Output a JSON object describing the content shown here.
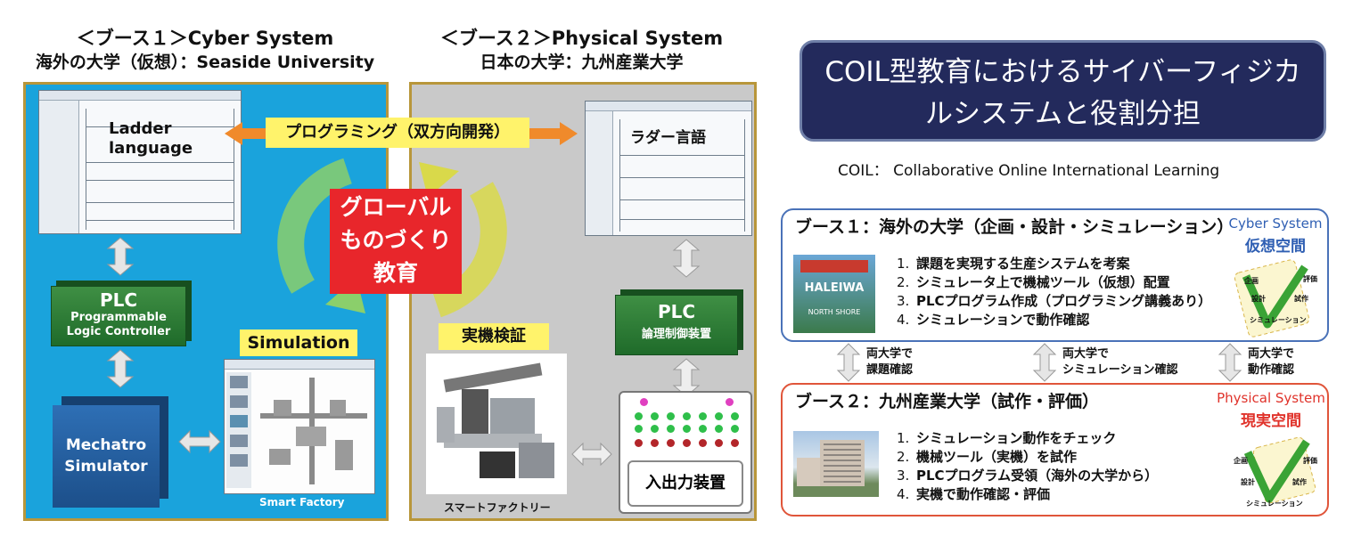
{
  "booth1": {
    "header_line1": "＜ブース１＞Cyber System",
    "header_line2": "海外の大学（仮想）：Seaside University",
    "ladder_label": "Ladder\nlanguage",
    "plc_title": "PLC",
    "plc_sub": "Programmable\nLogic Controller",
    "mecha": "Mechatro\nSimulator",
    "simulation": "Simulation",
    "smart_factory": "Smart Factory"
  },
  "booth2": {
    "header_line1": "＜ブース２＞Physical System",
    "header_line2": "日本の大学：九州産業大学",
    "ladder_label": "ラダー言語",
    "plc_title": "PLC",
    "plc_sub": "論理制御装置",
    "jikki": "実機検証",
    "smart_factory": "スマートファクトリー",
    "io": "入出力装置"
  },
  "center": {
    "programming": "プログラミング（双方向開発）",
    "global": "グローバル\nものづくり\n教育"
  },
  "title": {
    "text": "COIL型教育におけるサイバーフィジカ\nルシステムと役割分担",
    "coil": "COIL： Collaborative Online International Learning"
  },
  "panel1": {
    "title": "ブース１：海外の大学（企画・設計・シミュレーション）",
    "items": [
      "課題を実現する生産システムを考案",
      "シミュレータ上で機械ツール（仮想）配置",
      "PLCプログラム作成（プログラミング講義あり）",
      "シミュレーションで動作確認"
    ],
    "system": "Cyber System",
    "space": "仮想空間",
    "v_labels": {
      "plan": "企画",
      "design": "設計",
      "eval": "評価",
      "trial": "試作",
      "sim": "シミュレーション"
    },
    "photo_text": "HALEIWA",
    "photo_sub": "NORTH SHORE"
  },
  "panel2": {
    "title": "ブース２：九州産業大学（試作・評価）",
    "items": [
      "シミュレーション動作をチェック",
      "機械ツール（実機）を試作",
      "PLCプログラム受領（海外の大学から）",
      "実機で動作確認・評価"
    ],
    "system": "Physical System",
    "space": "現実空間",
    "v_labels": {
      "plan": "企画",
      "design": "設計",
      "eval": "評価",
      "trial": "試作",
      "sim": "シミュレーション"
    }
  },
  "between": {
    "left": "両大学で\n課題確認",
    "middle": "両大学で\nシミュレーション確認",
    "right": "両大学で\n動作確認"
  },
  "numbers": [
    "1.",
    "2.",
    "3.",
    "4."
  ],
  "colors": {
    "booth1": "#1aa3dc",
    "booth2": "#c9c9c9",
    "title_bg": "#232a5c",
    "cyber": "#2f5fb3",
    "physical": "#e0332b"
  }
}
